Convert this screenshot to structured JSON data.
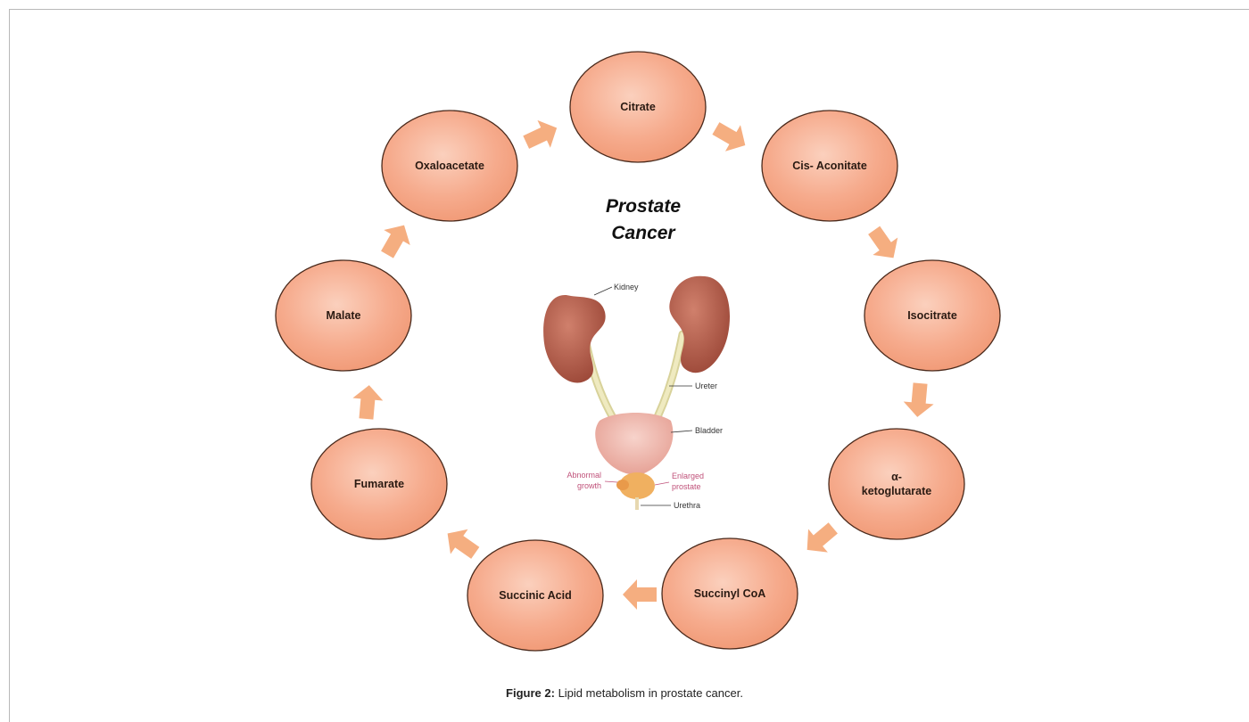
{
  "title": [
    "Prostate",
    "Cancer"
  ],
  "cycle_nodes": [
    "Citrate",
    "Cis- Aconitate",
    "Isocitrate",
    "α-\nketoglutarate",
    "Succinyl CoA",
    "Succinic Acid",
    "Fumarate",
    "Malate",
    "Oxaloacetate"
  ],
  "anatomy_labels": {
    "kidney": "Kidney",
    "ureter": "Ureter",
    "bladder": "Bladder",
    "abnormal_growth": [
      "Abnormal",
      "growth"
    ],
    "enlarged_prostate": [
      "Enlarged",
      "prostate"
    ],
    "urethra": "Urethra"
  },
  "caption": {
    "label": "Figure 2:",
    "text": " Lipid metabolism in prostate cancer."
  },
  "colors": {
    "node_fill": "#f6a98a",
    "node_stroke": "#4a2a1c",
    "arrow": "#f5ae80",
    "kidney": "#b35a48",
    "ureter": "#e4dfa8",
    "bladder": "#f0b9ae",
    "prostate": "#f3b466",
    "label_pink": "#c0527a"
  }
}
